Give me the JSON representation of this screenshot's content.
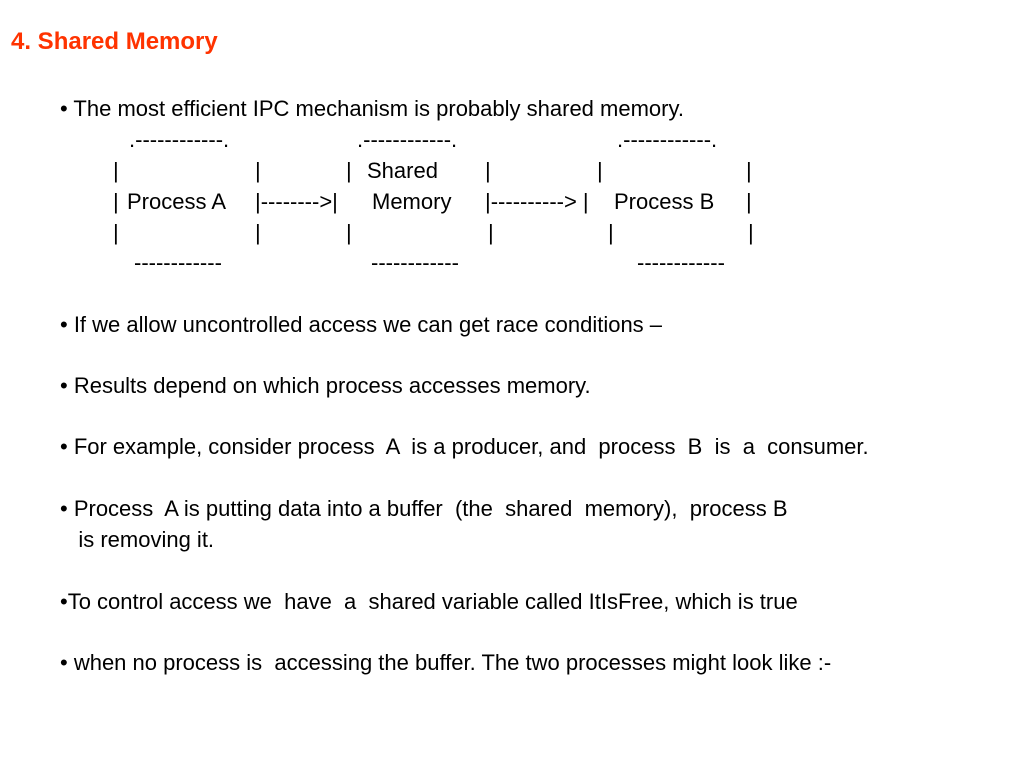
{
  "slide": {
    "title": "4. Shared Memory",
    "accent_color": "#ff3300",
    "bullets": {
      "b1": "• The most efficient IPC mechanism is probably shared memory.",
      "b2": "• If we allow uncontrolled access we can get race conditions –",
      "b3": "• Results depend on which process accesses memory.",
      "b4": "• For example, consider process  A  is a producer, and  process  B  is  a  consumer.",
      "b5a": "• Process  A is putting data into a buffer  (the  shared  memory),  process B",
      "b5b": "   is removing it.",
      "b6": "•To control access we  have  a  shared variable called ItIsFree, which is true",
      "b7": "• when no process is  accessing the buffer. The two processes might look like :-"
    },
    "diagram": {
      "box_top": ".------------.",
      "box_bottom": "------------",
      "pipe": "|",
      "shared_label": "Shared",
      "memory_label": "Memory",
      "process_a": "Process A",
      "process_b": "Process B",
      "arrow_1": "|-------->|",
      "arrow_2": "|----------> |"
    }
  }
}
